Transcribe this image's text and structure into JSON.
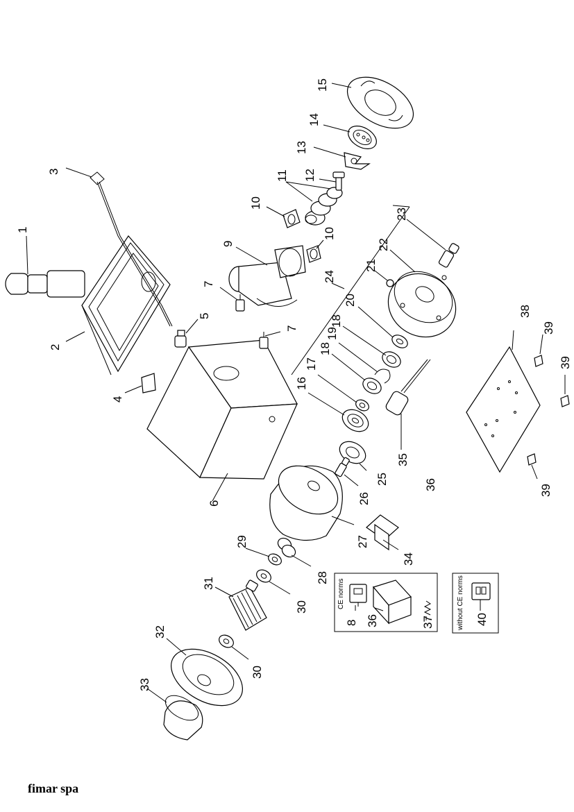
{
  "callouts": {
    "c1": "1",
    "c2": "2",
    "c3": "3",
    "c4": "4",
    "c5": "5",
    "c6": "6",
    "c7a": "7",
    "c7b": "7",
    "c8": "8",
    "c9": "9",
    "c10a": "10",
    "c10b": "10",
    "c11": "11",
    "c12": "12",
    "c13": "13",
    "c14": "14",
    "c15": "15",
    "c16": "16",
    "c17": "17",
    "c18a": "18",
    "c18b": "18",
    "c19": "19",
    "c20": "20",
    "c21": "21",
    "c22": "22",
    "c23": "23",
    "c24": "24",
    "c25": "25",
    "c26": "26",
    "c27": "27",
    "c28": "28",
    "c29": "29",
    "c30a": "30",
    "c30b": "30",
    "c31": "31",
    "c32": "32",
    "c33": "33",
    "c34": "34",
    "c35": "35",
    "c36a": "36",
    "c36b": "36",
    "c37": "37",
    "c38": "38",
    "c39a": "39",
    "c39b": "39",
    "c39c": "39",
    "c40": "40"
  },
  "boxes": {
    "ce_label": "CE norms",
    "without_ce_label": "without CE norms"
  },
  "footer": {
    "brand": "fimar spa"
  }
}
